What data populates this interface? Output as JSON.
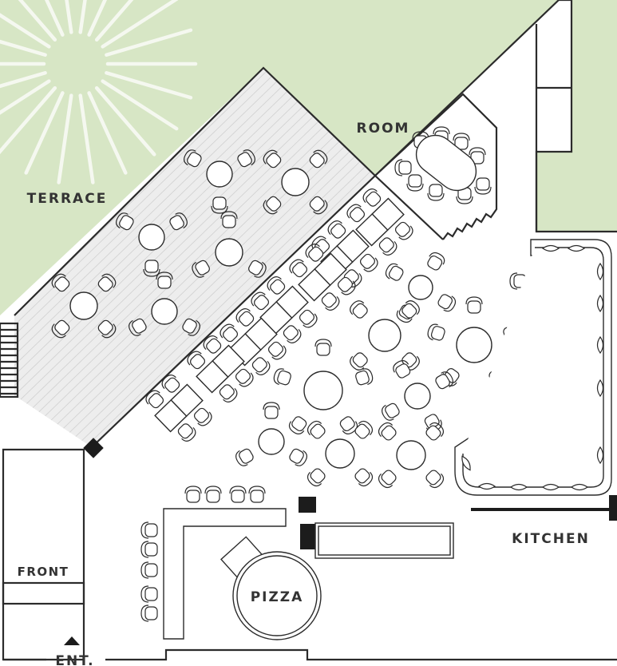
{
  "labels": {
    "terrace": "TERRACE",
    "room": "ROOM",
    "kitchen": "KITCHEN",
    "front": "FRONT",
    "entrance": "ENT.",
    "pizza": "PIZZA"
  },
  "colors": {
    "lawn": "#d7e6c5",
    "deck": "#ededed",
    "ink": "#2b2b2b",
    "paper": "#ffffff"
  },
  "icons": {
    "sun": "sun-icon",
    "entrance": "triangle-up-icon"
  }
}
